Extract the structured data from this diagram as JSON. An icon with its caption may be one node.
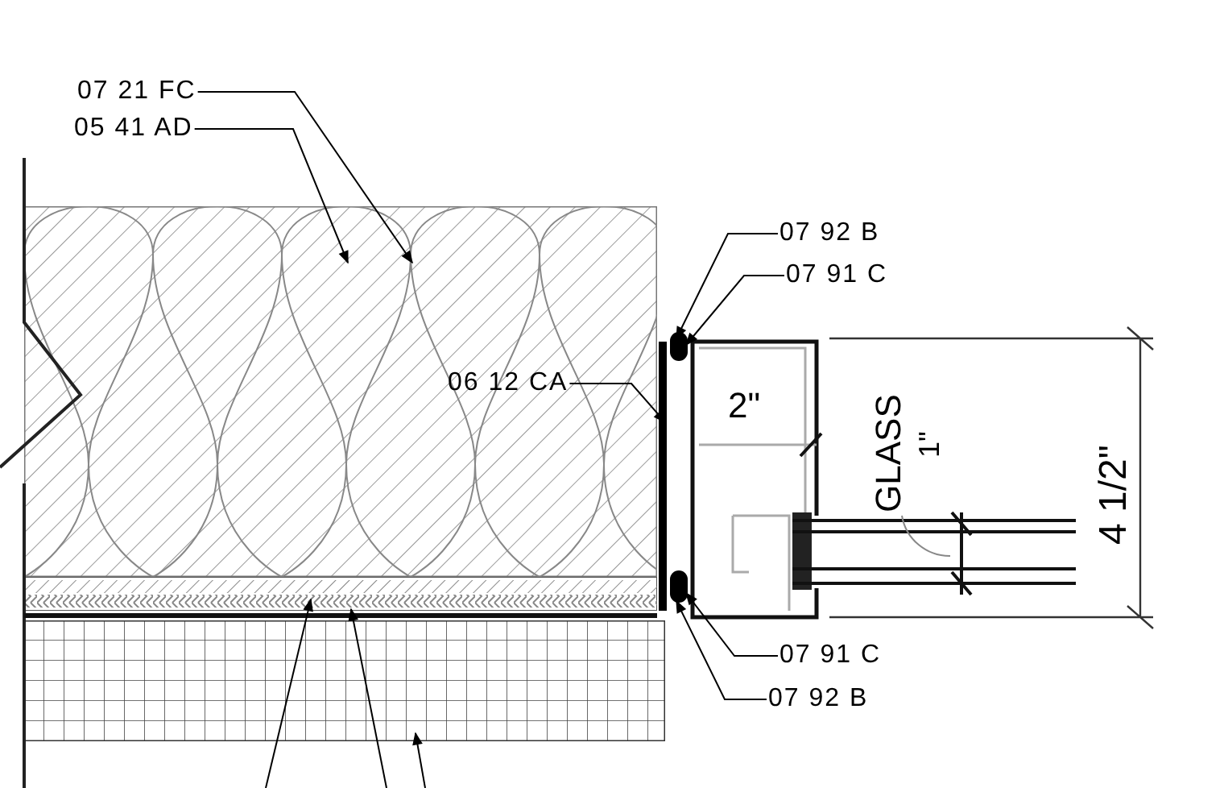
{
  "diagram": {
    "nodes": [
      {
        "text": [
          "07 21 FC"
        ]
      },
      {
        "text": [
          "05 41 AD"
        ]
      },
      {
        "text": [
          "07 92 B"
        ]
      },
      {
        "text": [
          "07 91 C"
        ]
      },
      {
        "text": [
          "06 12 CA"
        ],
        "in": 7
      },
      {
        "text": [
          "07 91 C"
        ]
      },
      {
        "text": [
          "07 92 B"
        ]
      },
      {
        "text": [],
        "shape": "box"
      },
      {
        "text": [],
        "shape": "box"
      },
      {
        "text": [],
        "shape": "box"
      },
      {
        "text": [],
        "shape": "circle"
      },
      {
        "text": [],
        "shape": "circle"
      },
      {
        "text": [],
        "shape": "bar"
      }
    ],
    "edges": [
      {
        "from": 0,
        "to": 7,
        "arrow": "to"
      },
      {
        "from": 1,
        "to": 7,
        "arrow": "to"
      },
      {
        "from": 2,
        "to": 10,
        "arrow": "to"
      },
      {
        "from": 3,
        "to": 10,
        "arrow": "to"
      },
      {
        "from": 4,
        "to": 12,
        "arrow": "to"
      },
      {
        "from": 5,
        "to": 11,
        "arrow": "to"
      },
      {
        "from": 6,
        "to": 11,
        "arrow": "to"
      },
      {
        "from": null,
        "to": 8,
        "arrow": "to"
      },
      {
        "from": null,
        "to": 8,
        "arrow": "to"
      },
      {
        "from": null,
        "to": 9,
        "arrow": "to"
      }
    ],
    "labels": [
      "2\"",
      "GLASS",
      "1\"",
      "4 1/2\""
    ]
  }
}
